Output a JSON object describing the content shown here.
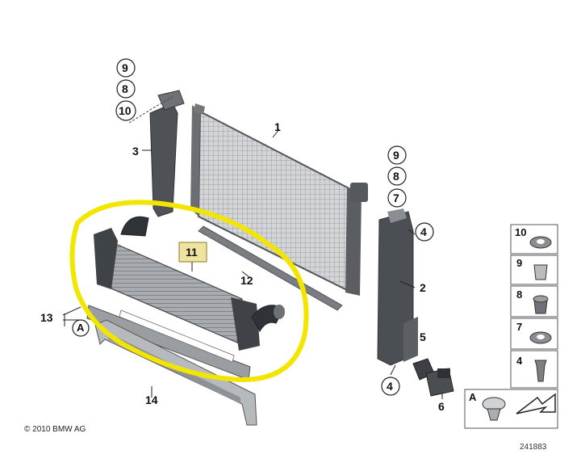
{
  "diagram": {
    "copyright": "© 2010 BMW AG",
    "document_number": "241883",
    "callouts": {
      "radiator": "1",
      "right_bracket": "2",
      "left_bracket": "3",
      "pos4_top": "4",
      "pos4_bottom": "4",
      "pos5": "5",
      "pos6": "6",
      "left_stack_9": "9",
      "left_stack_8": "8",
      "left_stack_10": "10",
      "right_stack_9": "9",
      "right_stack_8": "8",
      "right_stack_7": "7",
      "intercooler": "11",
      "seal_strip": "12",
      "lower_group": "13",
      "ref_a_left": "A",
      "lower_bracket": "14"
    },
    "legend": [
      {
        "key": "10"
      },
      {
        "key": "9"
      },
      {
        "key": "8"
      },
      {
        "key": "7"
      },
      {
        "key": "4"
      },
      {
        "key": "A"
      }
    ],
    "colors": {
      "highlight": "#f2e600",
      "callout_fill_11": "#efe3a0",
      "part_dark": "#4a4d52",
      "part_mid": "#8b8f94",
      "part_light": "#c4c7ca"
    }
  }
}
